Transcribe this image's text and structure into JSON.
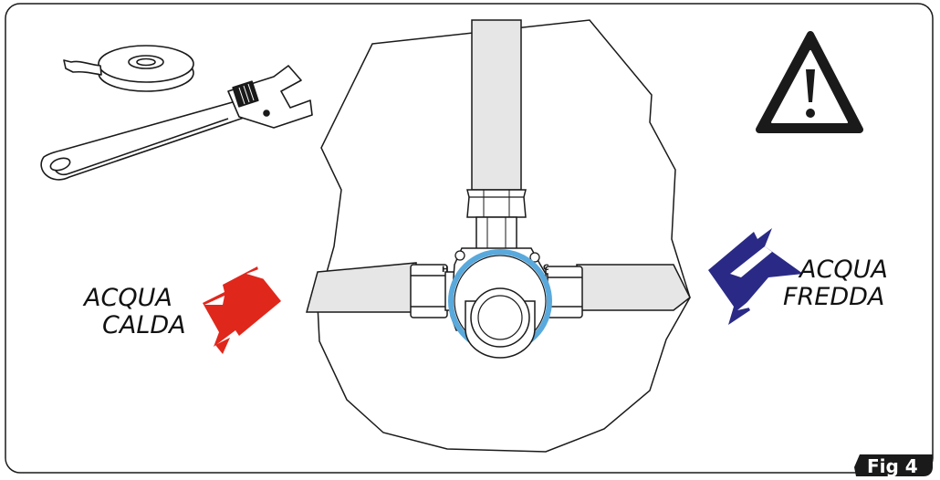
{
  "hot_label": {
    "line1": "ACQUA",
    "line2": "CALDA"
  },
  "cold_label": {
    "line1": "ACQUA",
    "line2": "FREDDA"
  },
  "figure_tag": "Fig 4",
  "valve_mark_hot": "H",
  "valve_mark_cold": "C",
  "icons": {
    "tools": "wrench-and-ptfe-tape-icon",
    "warning": "warning-triangle-icon"
  },
  "colors": {
    "hot_arrow": "#e0271c",
    "cold_arrow": "#2a2a86",
    "valve_ring": "#5aa9dc",
    "outline": "#1a1a1a",
    "pipe_fill": "#e6e6e6",
    "tag_bg": "#1a1a1a"
  }
}
